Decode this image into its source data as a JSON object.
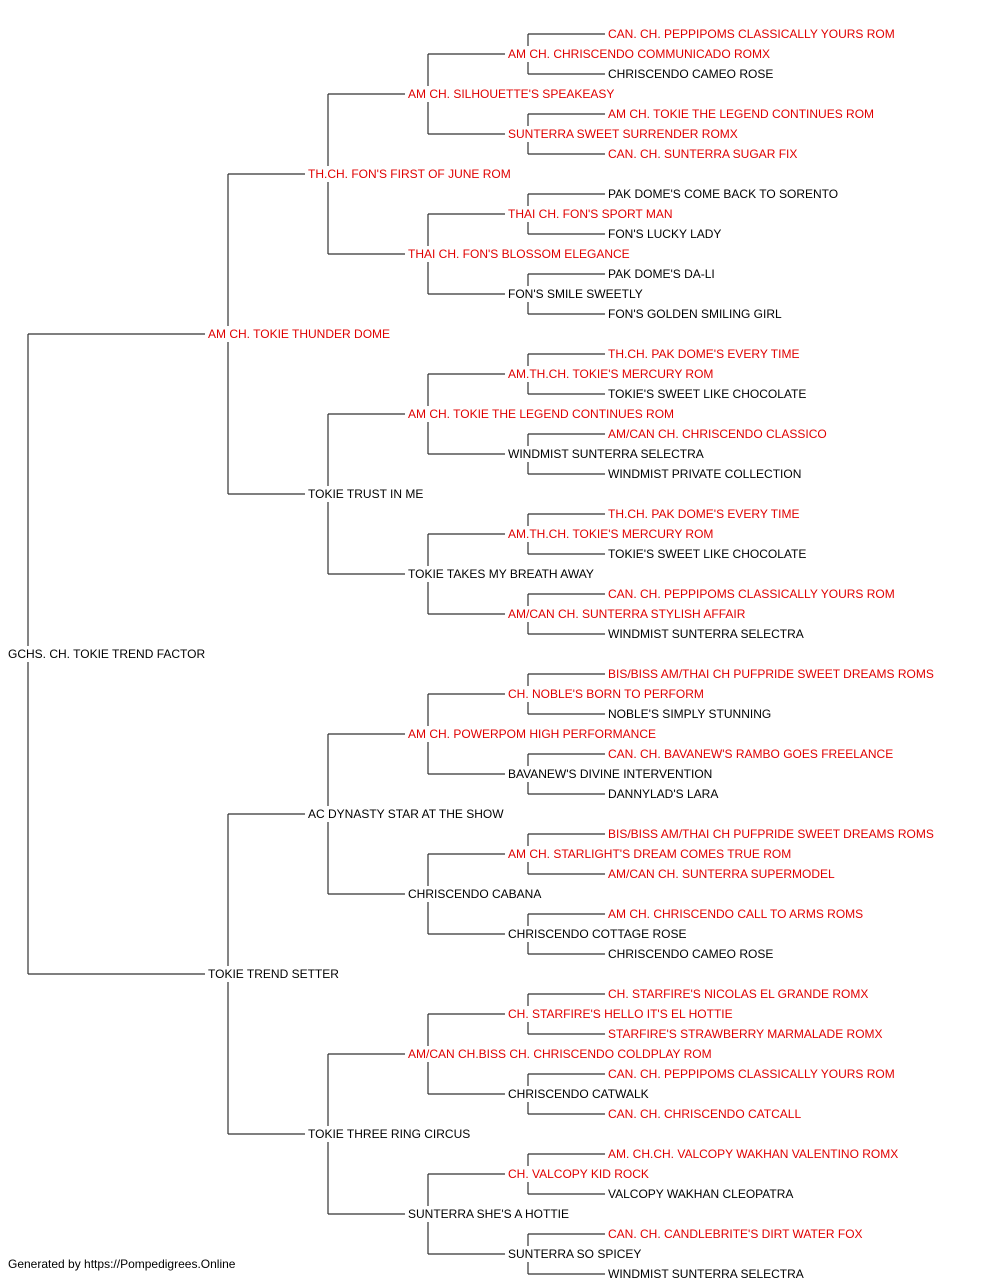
{
  "colors": {
    "champion_text": "#e00000",
    "plain_text": "#000000",
    "lines": "#333333"
  },
  "pedigree": {
    "name": "GCHS. CH. TOKIE TREND FACTOR",
    "champion": false,
    "sire": {
      "name": "AM CH. TOKIE THUNDER DOME",
      "champion": true,
      "sire": {
        "name": "TH.CH. FON'S FIRST OF JUNE ROM",
        "champion": true,
        "sire": {
          "name": "AM CH. SILHOUETTE'S SPEAKEASY",
          "champion": true,
          "sire": {
            "name": "AM CH. CHRISCENDO COMMUNICADO ROMX",
            "champion": true,
            "sire": {
              "name": "CAN. CH. PEPPIPOMS CLASSICALLY YOURS ROM",
              "champion": true
            },
            "dam": {
              "name": "CHRISCENDO CAMEO ROSE",
              "champion": false
            }
          },
          "dam": {
            "name": "SUNTERRA SWEET SURRENDER ROMX",
            "champion": true,
            "sire": {
              "name": "AM CH. TOKIE THE LEGEND CONTINUES ROM",
              "champion": true
            },
            "dam": {
              "name": "CAN. CH. SUNTERRA SUGAR FIX",
              "champion": true
            }
          }
        },
        "dam": {
          "name": "THAI CH. FON'S BLOSSOM ELEGANCE",
          "champion": true,
          "sire": {
            "name": "THAI CH. FON'S SPORT MAN",
            "champion": true,
            "sire": {
              "name": "PAK DOME'S COME BACK TO SORENTO",
              "champion": false
            },
            "dam": {
              "name": "FON'S LUCKY LADY",
              "champion": false
            }
          },
          "dam": {
            "name": "FON'S SMILE SWEETLY",
            "champion": false,
            "sire": {
              "name": "PAK DOME'S DA-LI",
              "champion": false
            },
            "dam": {
              "name": "FON'S GOLDEN SMILING GIRL",
              "champion": false
            }
          }
        }
      },
      "dam": {
        "name": "TOKIE TRUST IN ME",
        "champion": false,
        "sire": {
          "name": "AM CH. TOKIE THE LEGEND CONTINUES ROM",
          "champion": true,
          "sire": {
            "name": "AM.TH.CH. TOKIE'S MERCURY ROM",
            "champion": true,
            "sire": {
              "name": "TH.CH. PAK DOME'S EVERY TIME",
              "champion": true
            },
            "dam": {
              "name": "TOKIE'S SWEET LIKE CHOCOLATE",
              "champion": false
            }
          },
          "dam": {
            "name": "WINDMIST SUNTERRA SELECTRA",
            "champion": false,
            "sire": {
              "name": "AM/CAN CH. CHRISCENDO CLASSICO",
              "champion": true
            },
            "dam": {
              "name": "WINDMIST PRIVATE COLLECTION",
              "champion": false
            }
          }
        },
        "dam": {
          "name": "TOKIE TAKES MY BREATH AWAY",
          "champion": false,
          "sire": {
            "name": "AM.TH.CH. TOKIE'S MERCURY ROM",
            "champion": true,
            "sire": {
              "name": "TH.CH. PAK DOME'S EVERY TIME",
              "champion": true
            },
            "dam": {
              "name": "TOKIE'S SWEET LIKE CHOCOLATE",
              "champion": false
            }
          },
          "dam": {
            "name": "AM/CAN CH. SUNTERRA STYLISH AFFAIR",
            "champion": true,
            "sire": {
              "name": "CAN. CH. PEPPIPOMS CLASSICALLY YOURS ROM",
              "champion": true
            },
            "dam": {
              "name": "WINDMIST SUNTERRA SELECTRA",
              "champion": false
            }
          }
        }
      }
    },
    "dam": {
      "name": "TOKIE TREND SETTER",
      "champion": false,
      "sire": {
        "name": "AC DYNASTY STAR AT THE SHOW",
        "champion": false,
        "sire": {
          "name": "AM CH. POWERPOM HIGH PERFORMANCE",
          "champion": true,
          "sire": {
            "name": "CH. NOBLE'S BORN TO PERFORM",
            "champion": true,
            "sire": {
              "name": "BIS/BISS AM/THAI CH PUFPRIDE SWEET DREAMS ROMS",
              "champion": true
            },
            "dam": {
              "name": "NOBLE'S SIMPLY STUNNING",
              "champion": false
            }
          },
          "dam": {
            "name": "BAVANEW'S DIVINE INTERVENTION",
            "champion": false,
            "sire": {
              "name": "CAN. CH. BAVANEW'S RAMBO GOES FREELANCE",
              "champion": true
            },
            "dam": {
              "name": "DANNYLAD'S LARA",
              "champion": false
            }
          }
        },
        "dam": {
          "name": "CHRISCENDO CABANA",
          "champion": false,
          "sire": {
            "name": "AM CH. STARLIGHT'S DREAM COMES TRUE ROM",
            "champion": true,
            "sire": {
              "name": "BIS/BISS AM/THAI CH PUFPRIDE SWEET DREAMS ROMS",
              "champion": true
            },
            "dam": {
              "name": "AM/CAN CH. SUNTERRA SUPERMODEL",
              "champion": true
            }
          },
          "dam": {
            "name": "CHRISCENDO COTTAGE ROSE",
            "champion": false,
            "sire": {
              "name": "AM CH. CHRISCENDO CALL TO ARMS ROMS",
              "champion": true
            },
            "dam": {
              "name": "CHRISCENDO CAMEO ROSE",
              "champion": false
            }
          }
        }
      },
      "dam": {
        "name": "TOKIE THREE RING CIRCUS",
        "champion": false,
        "sire": {
          "name": "AM/CAN CH.BISS CH. CHRISCENDO COLDPLAY ROM",
          "champion": true,
          "sire": {
            "name": "CH. STARFIRE'S HELLO IT'S EL HOTTIE",
            "champion": true,
            "sire": {
              "name": "CH. STARFIRE'S NICOLAS EL GRANDE ROMX",
              "champion": true
            },
            "dam": {
              "name": "STARFIRE'S STRAWBERRY MARMALADE ROMX",
              "champion": true
            }
          },
          "dam": {
            "name": "CHRISCENDO CATWALK",
            "champion": false,
            "sire": {
              "name": "CAN. CH. PEPPIPOMS CLASSICALLY YOURS ROM",
              "champion": true
            },
            "dam": {
              "name": "CAN. CH. CHRISCENDO CATCALL",
              "champion": true
            }
          }
        },
        "dam": {
          "name": "SUNTERRA SHE'S A HOTTIE",
          "champion": false,
          "sire": {
            "name": "CH. VALCOPY KID ROCK",
            "champion": true,
            "sire": {
              "name": "AM. CH.CH. VALCOPY WAKHAN VALENTINO ROMX",
              "champion": true
            },
            "dam": {
              "name": "VALCOPY WAKHAN CLEOPATRA",
              "champion": false
            }
          },
          "dam": {
            "name": "SUNTERRA SO SPICEY",
            "champion": false,
            "sire": {
              "name": "CAN. CH. CANDLEBRITE'S DIRT WATER FOX",
              "champion": true
            },
            "dam": {
              "name": "WINDMIST SUNTERRA SELECTRA",
              "champion": false
            }
          }
        }
      }
    }
  },
  "footer": "Generated by https://Pompedigrees.Online"
}
